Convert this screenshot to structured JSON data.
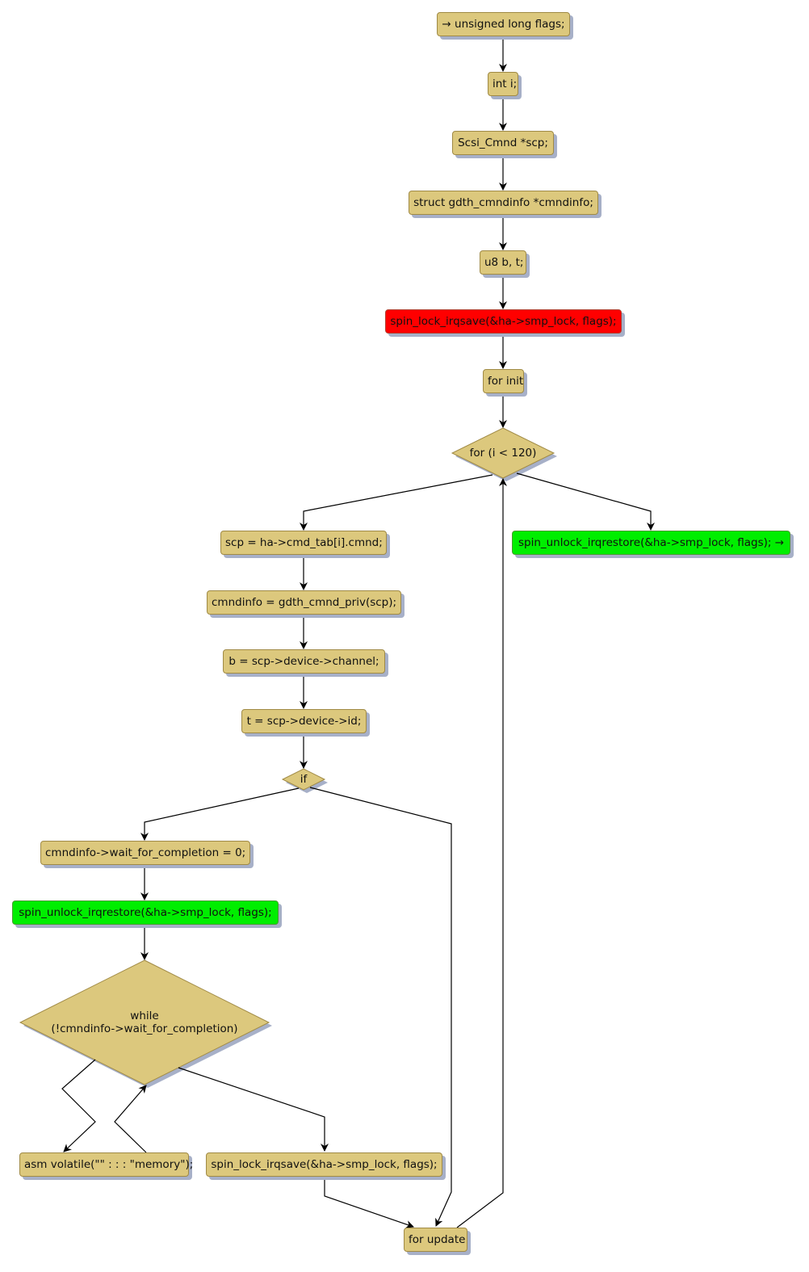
{
  "diagram": {
    "type": "flowchart",
    "colors": {
      "default_fill": "#dcc87d",
      "lock_fill": "#ff0000",
      "unlock_fill": "#00ee00",
      "border": "#a08a45",
      "shadow": "#a7b0c8",
      "edge": "#000000"
    },
    "nodes": {
      "n1": "→ unsigned long flags;",
      "n2": "int i;",
      "n3": "Scsi_Cmnd *scp;",
      "n4": "struct gdth_cmndinfo *cmndinfo;",
      "n5": "u8 b, t;",
      "n6": "spin_lock_irqsave(&ha->smp_lock, flags);",
      "n7": "for init",
      "d1": "for (i < 120)",
      "n8": "scp = ha->cmd_tab[i].cmnd;",
      "n9": "spin_unlock_irqrestore(&ha->smp_lock, flags); →",
      "n10": "cmndinfo = gdth_cmnd_priv(scp);",
      "n11": "b = scp->device->channel;",
      "n12": "t = scp->device->id;",
      "d2": "if",
      "n13": "cmndinfo->wait_for_completion = 0;",
      "n14": "spin_unlock_irqrestore(&ha->smp_lock, flags);",
      "d3_line1": "while",
      "d3_line2": "(!cmndinfo->wait_for_completion)",
      "n15": "asm volatile(\"\" : : : \"memory\");",
      "n16": "spin_lock_irqsave(&ha->smp_lock, flags);",
      "n17": "for update"
    },
    "edges": [
      [
        "n1",
        "n2"
      ],
      [
        "n2",
        "n3"
      ],
      [
        "n3",
        "n4"
      ],
      [
        "n4",
        "n5"
      ],
      [
        "n5",
        "n6"
      ],
      [
        "n6",
        "n7"
      ],
      [
        "n7",
        "d1"
      ],
      [
        "d1",
        "n8"
      ],
      [
        "d1",
        "n9"
      ],
      [
        "n8",
        "n10"
      ],
      [
        "n10",
        "n11"
      ],
      [
        "n11",
        "n12"
      ],
      [
        "n12",
        "d2"
      ],
      [
        "d2",
        "n13"
      ],
      [
        "d2",
        "n17"
      ],
      [
        "n13",
        "n14"
      ],
      [
        "n14",
        "d3"
      ],
      [
        "d3",
        "n15"
      ],
      [
        "n15",
        "d3"
      ],
      [
        "d3",
        "n16"
      ],
      [
        "n16",
        "n17"
      ],
      [
        "n17",
        "d1"
      ]
    ]
  }
}
